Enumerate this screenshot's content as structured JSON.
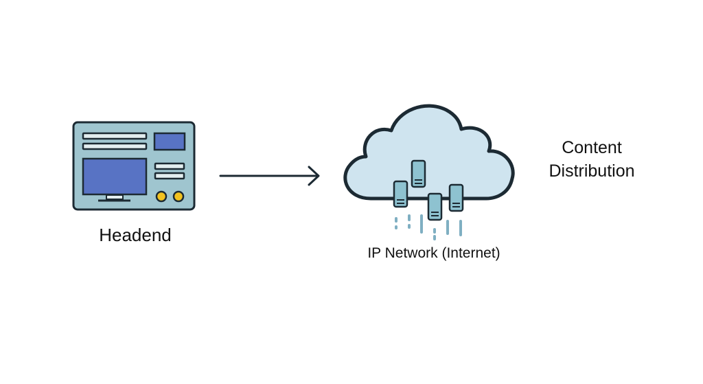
{
  "diagram": {
    "nodes": [
      {
        "id": "headend",
        "label": "Headend",
        "icon": "headend-console-icon"
      },
      {
        "id": "ip-network",
        "label": "IP Network (Internet)",
        "icon": "cloud-servers-icon"
      },
      {
        "id": "content-distribution",
        "label_lines": [
          "Content",
          "Distribution"
        ]
      }
    ],
    "edges": [
      {
        "from": "headend",
        "to": "ip-network",
        "style": "arrow"
      }
    ],
    "colors": {
      "outline": "#1c2a33",
      "panel_fill": "#9fc5cf",
      "screen_fill": "#5873c4",
      "bar_fill": "#e3eef0",
      "knob_fill": "#f2c21f",
      "cloud_fill": "#cfe4ef",
      "server_fill": "#8ec2d0",
      "rain_color": "#7fafc2",
      "text": "#111111"
    }
  }
}
